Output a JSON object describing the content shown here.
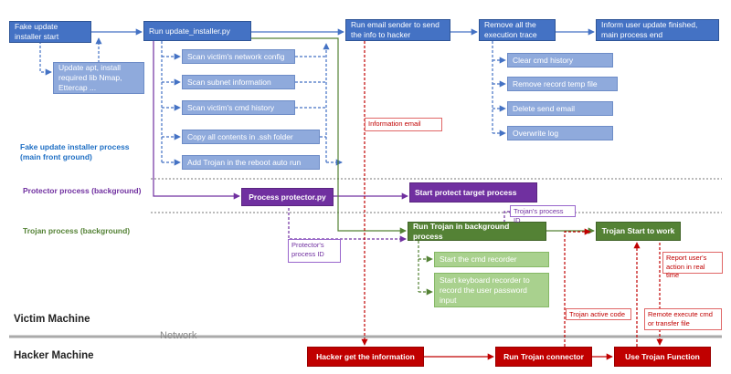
{
  "process_labels": {
    "main": "Fake update installer process\n(main front ground)",
    "protector": "Protector process (background)",
    "trojan": "Trojan process (background)"
  },
  "machines": {
    "victim": "Victim Machine",
    "hacker": "Hacker Machine",
    "network": "Network"
  },
  "nodes": {
    "fake_start": "Fake update installer start",
    "update_apt": "Update apt, install required lib Nmap, Ettercap ...",
    "run_installer": "Run update_installer.py",
    "scan_network": "Scan victim's network config",
    "scan_subnet": "Scan subnet information",
    "scan_cmd": "Scan victim's cmd history",
    "copy_ssh": "Copy all contents in .ssh folder",
    "add_trojan": "Add Trojan in the reboot auto run",
    "run_email": "Run email sender to send the info to hacker",
    "remove_trace": "Remove all the execution trace",
    "clear_cmd": "Clear cmd history",
    "remove_temp": "Remove record temp file",
    "delete_email": "Delete send email",
    "overwrite_log": "Overwrite log",
    "inform_user": "Inform user update finished, main process end",
    "protector_py": "Process protector.py",
    "start_protect": "Start protect target process",
    "run_trojan_bg": "Run Trojan in background process",
    "trojan_start": "Trojan Start to work",
    "cmd_recorder": "Start the cmd recorder",
    "keyboard_recorder": "Start keyboard recorder to record the user password input",
    "hacker_get": "Hacker get the information",
    "run_connector": "Run Trojan connector",
    "use_function": "Use Trojan Function"
  },
  "notes": {
    "info_email": "Information email",
    "trojan_pid": "Trojan's process ID",
    "protector_pid": "Protector's process ID",
    "report_actions": "Report user's action in real time",
    "active_code": "Trojan active code",
    "remote_exec": "Remote execute cmd or transfer file"
  },
  "colors": {
    "dark_blue": "#4472c4",
    "light_blue": "#8faadc",
    "purple": "#7030a0",
    "dark_green": "#548235",
    "light_green": "#a9d18e",
    "red": "#c00000"
  }
}
